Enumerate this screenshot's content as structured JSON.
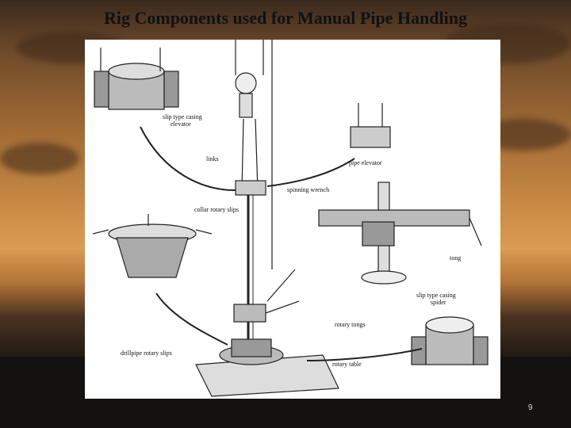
{
  "slide": {
    "title": "Rig Components used for Manual Pipe Handling",
    "page_number": "9"
  },
  "figure": {
    "labels": {
      "elevator": [
        "slip type casing",
        "elevator"
      ],
      "links": "links",
      "pipe_elevator": "pipe elevator",
      "spinning_wrench": "spinning wrench",
      "collar_slips": "collar rotary slips",
      "tong": "tong",
      "spider": [
        "slip type casing",
        "spider"
      ],
      "rotary_tongs": "rotary tongs",
      "drillpipe_slips": "drillpipe rotary slips",
      "rotary_table": "rotary table"
    }
  }
}
